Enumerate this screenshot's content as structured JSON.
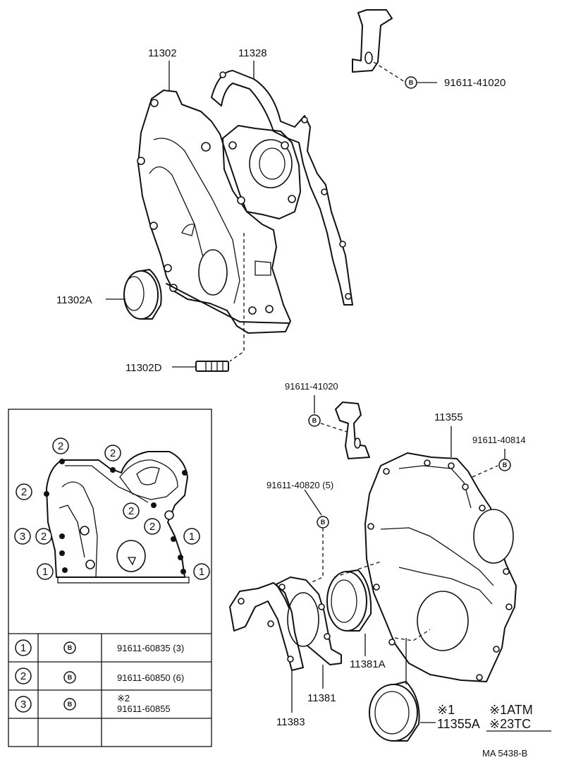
{
  "part_labels": {
    "p11302": "11302",
    "p11328": "11328",
    "p11302A": "11302A",
    "p11302D": "11302D",
    "bolt_top": "91611-41020",
    "bolt_mid": "91611-41020",
    "p11355": "11355",
    "bolt_40814": "91611-40814",
    "bolt_40820": "91611-40820 (5)",
    "p11381A": "11381A",
    "p11381": "11381",
    "p11383": "11383",
    "p11355A": "11355A",
    "note_mark1": "※1",
    "note_atm": "※1ATM",
    "note_2tc": "※23TC",
    "ref_code": "MA  5438-B"
  },
  "bolt_marker": "B",
  "inset_callouts": {
    "one": "1",
    "two": "2",
    "three": "3"
  },
  "bolt_table": {
    "rows": [
      {
        "index": "1",
        "marker": "B",
        "part": "91611-60835 (3)",
        "note": ""
      },
      {
        "index": "2",
        "marker": "B",
        "part": "91611-60850 (6)",
        "note": ""
      },
      {
        "index": "3",
        "marker": "B",
        "part": "91611-60855",
        "note": "※2"
      }
    ]
  }
}
